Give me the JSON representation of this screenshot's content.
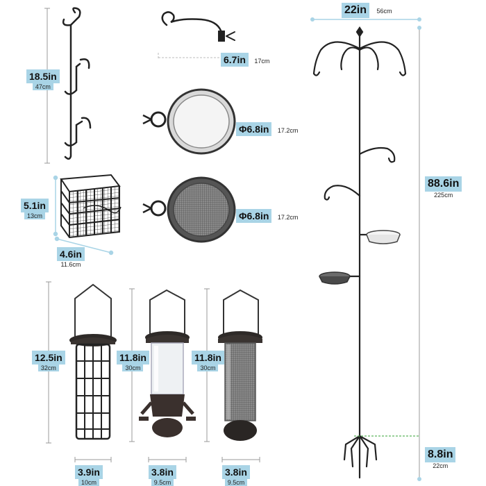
{
  "hook": {
    "main": "18.5in",
    "sub": "47cm"
  },
  "arm_hook": {
    "main": "6.7in",
    "sub": "17cm"
  },
  "water_tray": {
    "main": "Φ6.8in",
    "sub": "17.2cm"
  },
  "mesh_tray": {
    "main": "Φ6.8in",
    "sub": "17.2cm"
  },
  "suet_height": {
    "main": "5.1in",
    "sub": "13cm"
  },
  "suet_width": {
    "main": "4.6in",
    "sub": "11.6cm"
  },
  "pole_width": {
    "main": "22in",
    "sub": "56cm"
  },
  "pole_height": {
    "main": "88.6in",
    "sub": "225cm"
  },
  "pole_base": {
    "main": "8.8in",
    "sub": "22cm"
  },
  "feeder1_height": {
    "main": "12.5in",
    "sub": "32cm"
  },
  "feeder2_height": {
    "main": "11.8in",
    "sub": "30cm"
  },
  "feeder3_height": {
    "main": "11.8in",
    "sub": "30cm"
  },
  "feeder1_width": {
    "main": "3.9in",
    "sub": "10cm"
  },
  "feeder2_width": {
    "main": "3.8in",
    "sub": "9.5cm"
  },
  "feeder3_width": {
    "main": "3.8in",
    "sub": "9.5cm"
  },
  "colors": {
    "label_bg": "#a9d4e6",
    "metal": "#2b2b2b",
    "dim_line": "#999999"
  }
}
